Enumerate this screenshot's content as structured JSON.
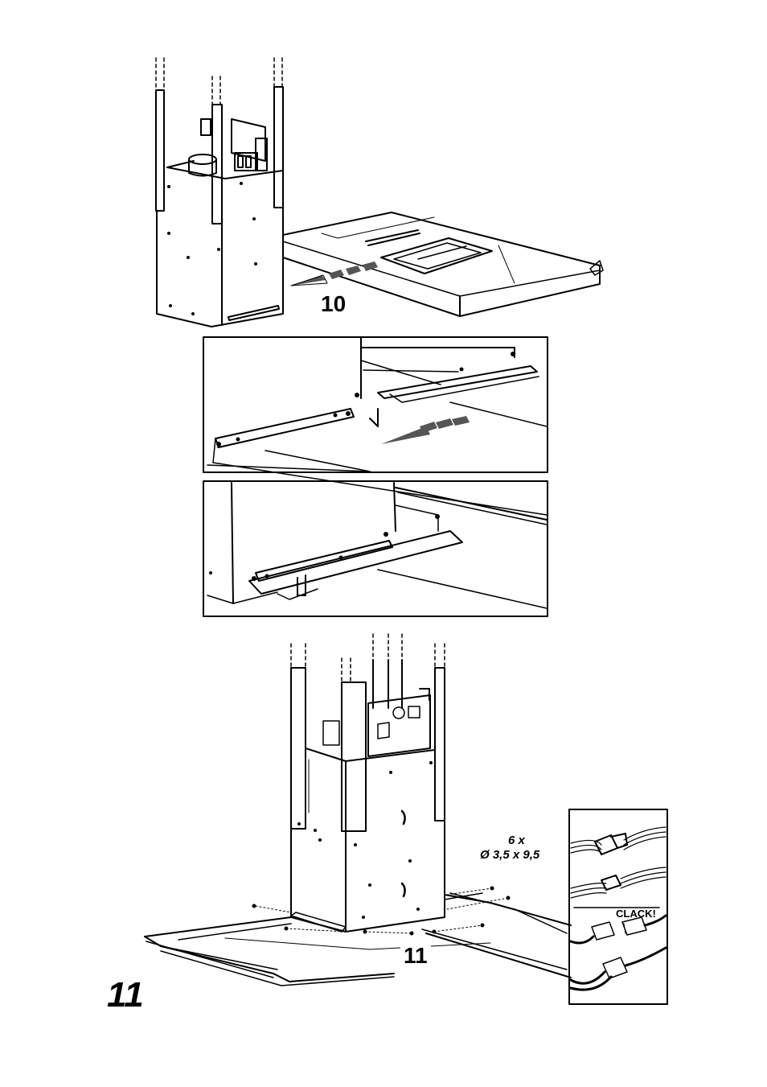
{
  "steps": {
    "step_10": "10",
    "step_11": "11"
  },
  "page_number": "11",
  "screws": {
    "quantity": "6 x",
    "spec": "Ø 3,5 x 9,5"
  },
  "connector": {
    "sound": "CLACK!"
  }
}
